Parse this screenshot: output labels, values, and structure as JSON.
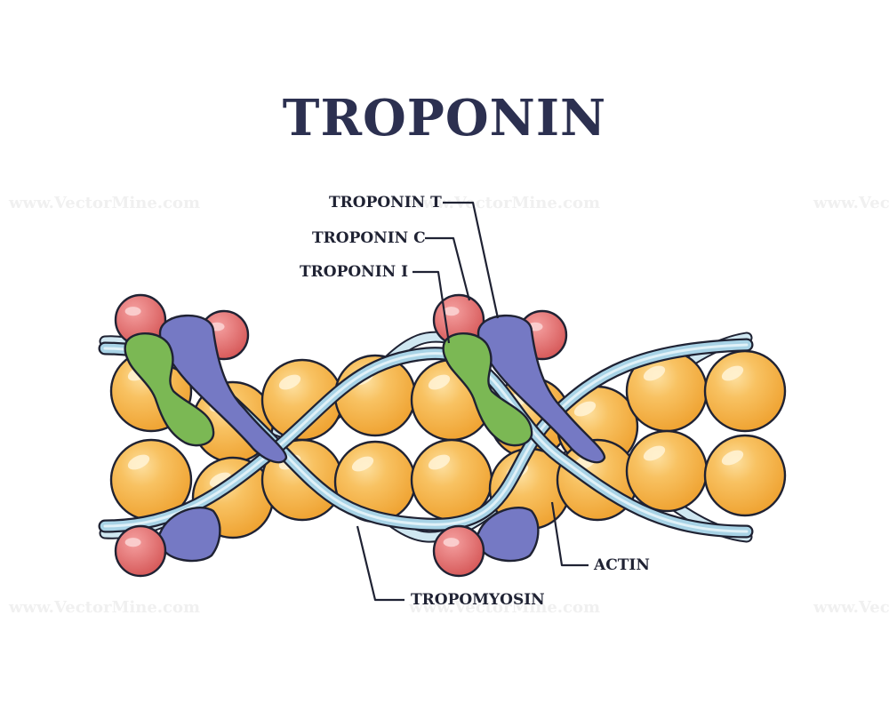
{
  "title": "TROPONIN",
  "labels": {
    "troponin_t": "TROPONIN T",
    "troponin_c": "TROPONIN C",
    "troponin_i": "TROPONIN I",
    "actin": "ACTIN",
    "tropomyosin": "TROPOMYOSIN"
  },
  "watermark": "www.VectorMine.com",
  "colors": {
    "title": "#2c3050",
    "actin": "#f4ae3c",
    "tropomyosin": "#a8d3e6",
    "troponin_t": "#7579c4",
    "troponin_c": "#e06060",
    "troponin_i": "#7bb854",
    "outline": "#1f2233"
  }
}
